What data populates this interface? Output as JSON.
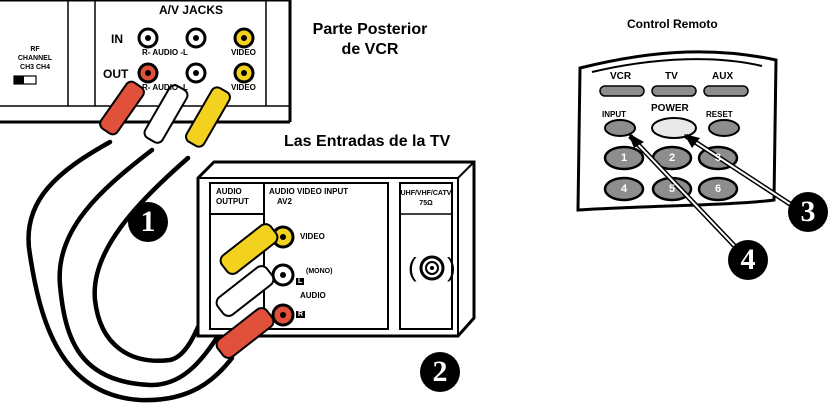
{
  "colors": {
    "red_plug": "#e0503a",
    "white_plug": "#ffffff",
    "yellow_plug": "#f2d11f",
    "cable": "#000000",
    "remote_body": "#ffffff",
    "remote_key": "#8d8d8d"
  },
  "vcr": {
    "title_line1": "Parte Posterior",
    "title_line2": "de VCR",
    "av_jacks": "A/V JACKS",
    "in": "IN",
    "out": "OUT",
    "r_audio_l_top": "R- AUDIO -L",
    "r_audio_l_bottom": "R- AUDIO -L",
    "video_top": "VIDEO",
    "video_bottom": "VIDEO",
    "rf_line1": "RF",
    "rf_line2": "CHANNEL",
    "rf_line3": "CH3  CH4"
  },
  "tv": {
    "title": "Las Entradas de la TV",
    "audio_output_line1": "AUDIO",
    "audio_output_line2": "OUTPUT",
    "input_line1": "AUDIO VIDEO INPUT",
    "input_line2": "AV2",
    "video": "VIDEO",
    "l_badge": "L",
    "mono": "(MONO)",
    "audio": "AUDIO",
    "r_badge": "R",
    "uhf_line1": "UHF/VHF/CATV",
    "uhf_line2": "75Ω",
    "coax_left": "(",
    "coax_right": ")"
  },
  "remote": {
    "title": "Control Remoto",
    "vcr": "VCR",
    "tv": "TV",
    "aux": "AUX",
    "input": "INPUT",
    "power": "POWER",
    "reset": "RESET",
    "keys": [
      "1",
      "2",
      "3",
      "4",
      "5",
      "6"
    ]
  },
  "steps": {
    "one": "1",
    "two": "2",
    "three": "3",
    "four": "4"
  }
}
